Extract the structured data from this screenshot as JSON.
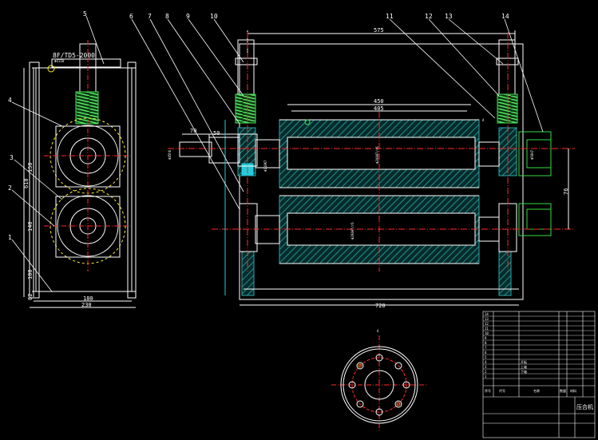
{
  "colors": {
    "background": "#000000",
    "outline": "#ffffff",
    "centerline": "#ff2a2a",
    "hatch": "#2aa9a9",
    "spring": "#44dd55",
    "hidden": "#ffee33",
    "hub": "#33dd44",
    "cyan": "#22ccdd"
  },
  "part_labels": [
    "1",
    "2",
    "3",
    "4",
    "5",
    "6",
    "7",
    "8",
    "9",
    "10",
    "11",
    "12",
    "13",
    "14"
  ],
  "side_view": {
    "spec_label": "8F/TD5-2000",
    "dims": {
      "spring_dia": "Φ4110",
      "h_150": "150",
      "h_610": "610",
      "h_140": "140",
      "h_100": "100",
      "h_62": "62",
      "w_180": "180",
      "w_230": "230"
    }
  },
  "front_view": {
    "dims": {
      "top_575": "575",
      "d_450": "450",
      "d_405": "405",
      "d_70": "70",
      "d_50": "50",
      "shaft_dia": "Φ45h6",
      "bore_dia": "Φ110K7",
      "roll_dia_upper": "Φ200H7/r6",
      "roll_dia_lower": "Φ200H7/r6",
      "hub_dia": "Φ50H7",
      "v_76": "76",
      "bottom_720": "720",
      "mark_a": "A"
    }
  },
  "title_block": {
    "rows": [
      "14",
      "13",
      "12",
      "11",
      "10",
      "9",
      "8",
      "7",
      "6",
      "5",
      "4",
      "3",
      "2",
      "1"
    ],
    "header_labels": [
      "序号",
      "代号",
      "名称",
      "数量",
      "材料"
    ],
    "name_cells": [
      "开板",
      "上轴",
      "下轴"
    ],
    "company": "压合机"
  },
  "detail_view": {
    "label": "A"
  }
}
